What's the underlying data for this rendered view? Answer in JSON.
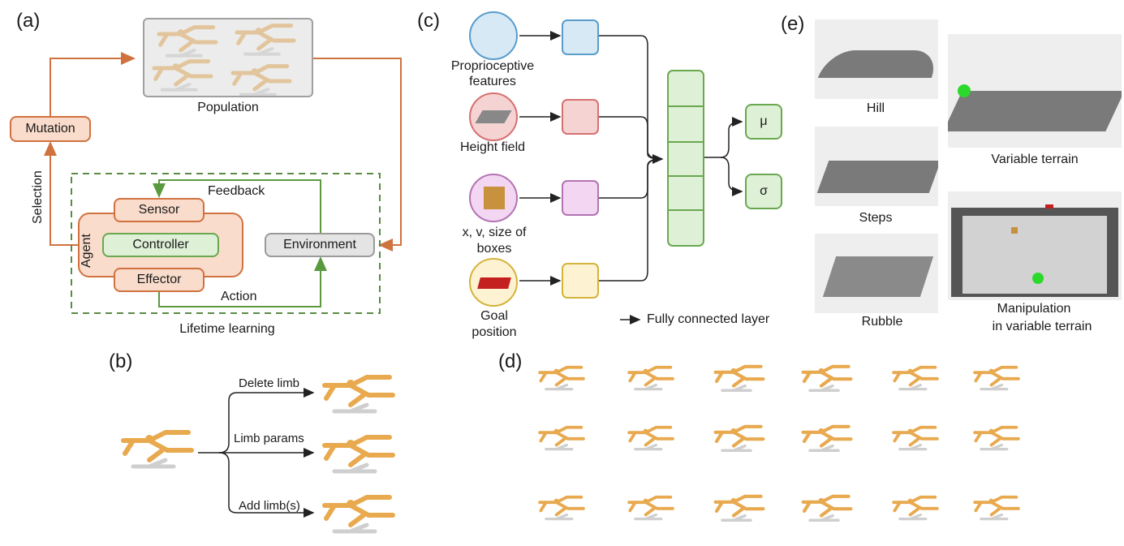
{
  "panel_labels": {
    "a": "(a)",
    "b": "(b)",
    "c": "(c)",
    "d": "(d)",
    "e": "(e)"
  },
  "panel_a": {
    "population": "Population",
    "mutation": "Mutation",
    "selection": "Selection",
    "feedback": "Feedback",
    "agent": "Agent",
    "sensor": "Sensor",
    "controller": "Controller",
    "effector": "Effector",
    "environment": "Environment",
    "action": "Action",
    "lifetime_learning": "Lifetime learning"
  },
  "panel_b": {
    "delete_limb": "Delete limb",
    "limb_params": "Limb params",
    "add_limbs": "Add limb(s)"
  },
  "panel_c": {
    "proprio_line1": "Proprioceptive",
    "proprio_line2": "features",
    "height_field": "Height field",
    "boxes_line1": "x, v, size of",
    "boxes_line2": "boxes",
    "goal_line1": "Goal",
    "goal_line2": "position",
    "mu": "μ",
    "sigma": "σ",
    "legend": "Fully connected layer",
    "colors": {
      "blue": "#d6e9f5",
      "red": "#f6d3d3",
      "purple": "#f2d6f2",
      "yellow": "#fdf3d3",
      "green": "#def0d6"
    }
  },
  "panel_e": {
    "hill": "Hill",
    "steps": "Steps",
    "rubble": "Rubble",
    "variable_terrain": "Variable terrain",
    "manip_line1": "Manipulation",
    "manip_line2": "in variable terrain"
  }
}
